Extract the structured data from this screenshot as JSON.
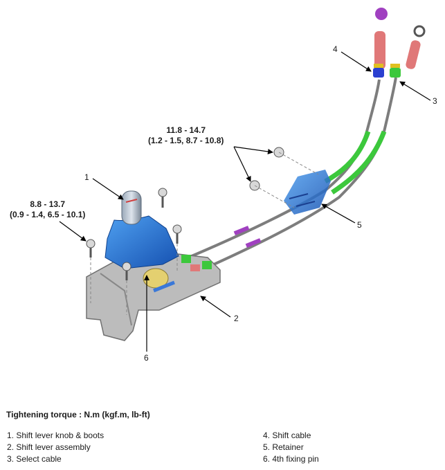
{
  "callouts": [
    "1",
    "2",
    "3",
    "4",
    "5",
    "6"
  ],
  "torque_upper": {
    "line1": "11.8 - 14.7",
    "line2": "(1.2 - 1.5, 8.7 - 10.8)"
  },
  "torque_left": {
    "line1": "8.8 - 13.7",
    "line2": "(0.9 - 1.4, 6.5 - 10.1)"
  },
  "heading": "Tightening torque : N.m (kgf.m, lb-ft)",
  "legend_left": [
    "1. Shift lever knob & boots",
    "2. Shift lever assembly",
    "3. Select cable"
  ],
  "legend_right": [
    "4. Shift cable",
    "5. Retainer",
    "6. 4th fixing pin"
  ],
  "colors": {
    "boot_blue": "#1f6fd0",
    "retainer_blue": "#4a8fe0",
    "cable_green": "#3cc83c",
    "boot_pink": "#e07878",
    "end_purple": "#a040c0",
    "housing_gray": "#b9b9b9",
    "cable_gray": "#8a8a8a"
  }
}
